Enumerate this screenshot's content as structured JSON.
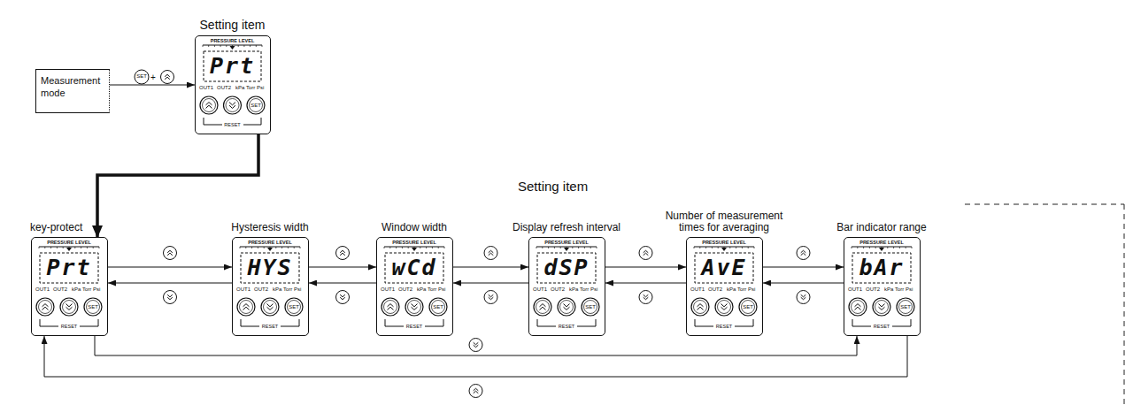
{
  "diagram": {
    "nodes": [
      {
        "text": [
          "Measurement mode"
        ]
      },
      {
        "text": [
          "Setting item",
          "PRESSURE LEVEL",
          "Prt",
          "OUT1",
          "OUT2",
          "kPa Torr Psi",
          "SET",
          "RESET"
        ]
      },
      {
        "text": [
          "key-protect",
          "PRESSURE LEVEL",
          "Prt",
          "OUT1",
          "OUT2",
          "kPa Torr Psi",
          "SET",
          "RESET"
        ]
      },
      {
        "text": [
          "Hysteresis width",
          "PRESSURE LEVEL",
          "HYS",
          "OUT1",
          "OUT2",
          "kPa Torr Psi",
          "SET",
          "RESET"
        ]
      },
      {
        "text": [
          "Window width",
          "PRESSURE LEVEL",
          "wCd",
          "OUT1",
          "OUT2",
          "kPa Torr Psi",
          "SET",
          "RESET"
        ]
      },
      {
        "text": [
          "Display refresh interval",
          "PRESSURE LEVEL",
          "dSP",
          "OUT1",
          "OUT2",
          "kPa Torr Psi",
          "SET",
          "RESET"
        ]
      },
      {
        "text": [
          "Number of measurement times for averaging",
          "PRESSURE LEVEL",
          "AvE",
          "OUT1",
          "OUT2",
          "kPa Torr Psi",
          "SET",
          "RESET"
        ]
      },
      {
        "text": [
          "Bar indicator range",
          "PRESSURE LEVEL",
          "bAr",
          "OUT1",
          "OUT2",
          "kPa Torr Psi",
          "SET",
          "RESET"
        ]
      }
    ],
    "edges": [
      {
        "from": 0,
        "to": 1,
        "arrow": "to"
      },
      {
        "from": 1,
        "to": 2,
        "arrow": "to"
      },
      {
        "from": 2,
        "to": 3,
        "arrow": "to"
      },
      {
        "from": 3,
        "to": 2,
        "arrow": "to"
      },
      {
        "from": 3,
        "to": 4,
        "arrow": "to"
      },
      {
        "from": 4,
        "to": 3,
        "arrow": "to"
      },
      {
        "from": 4,
        "to": 5,
        "arrow": "to"
      },
      {
        "from": 5,
        "to": 4,
        "arrow": "to"
      },
      {
        "from": 5,
        "to": 6,
        "arrow": "to"
      },
      {
        "from": 6,
        "to": 5,
        "arrow": "to"
      },
      {
        "from": 6,
        "to": 7,
        "arrow": "to"
      },
      {
        "from": 7,
        "to": 6,
        "arrow": "to"
      },
      {
        "from": 2,
        "to": 7,
        "arrow": "to"
      },
      {
        "from": 7,
        "to": 2,
        "arrow": "to"
      }
    ],
    "labels": [
      "Setting item",
      "SET",
      "+"
    ]
  }
}
